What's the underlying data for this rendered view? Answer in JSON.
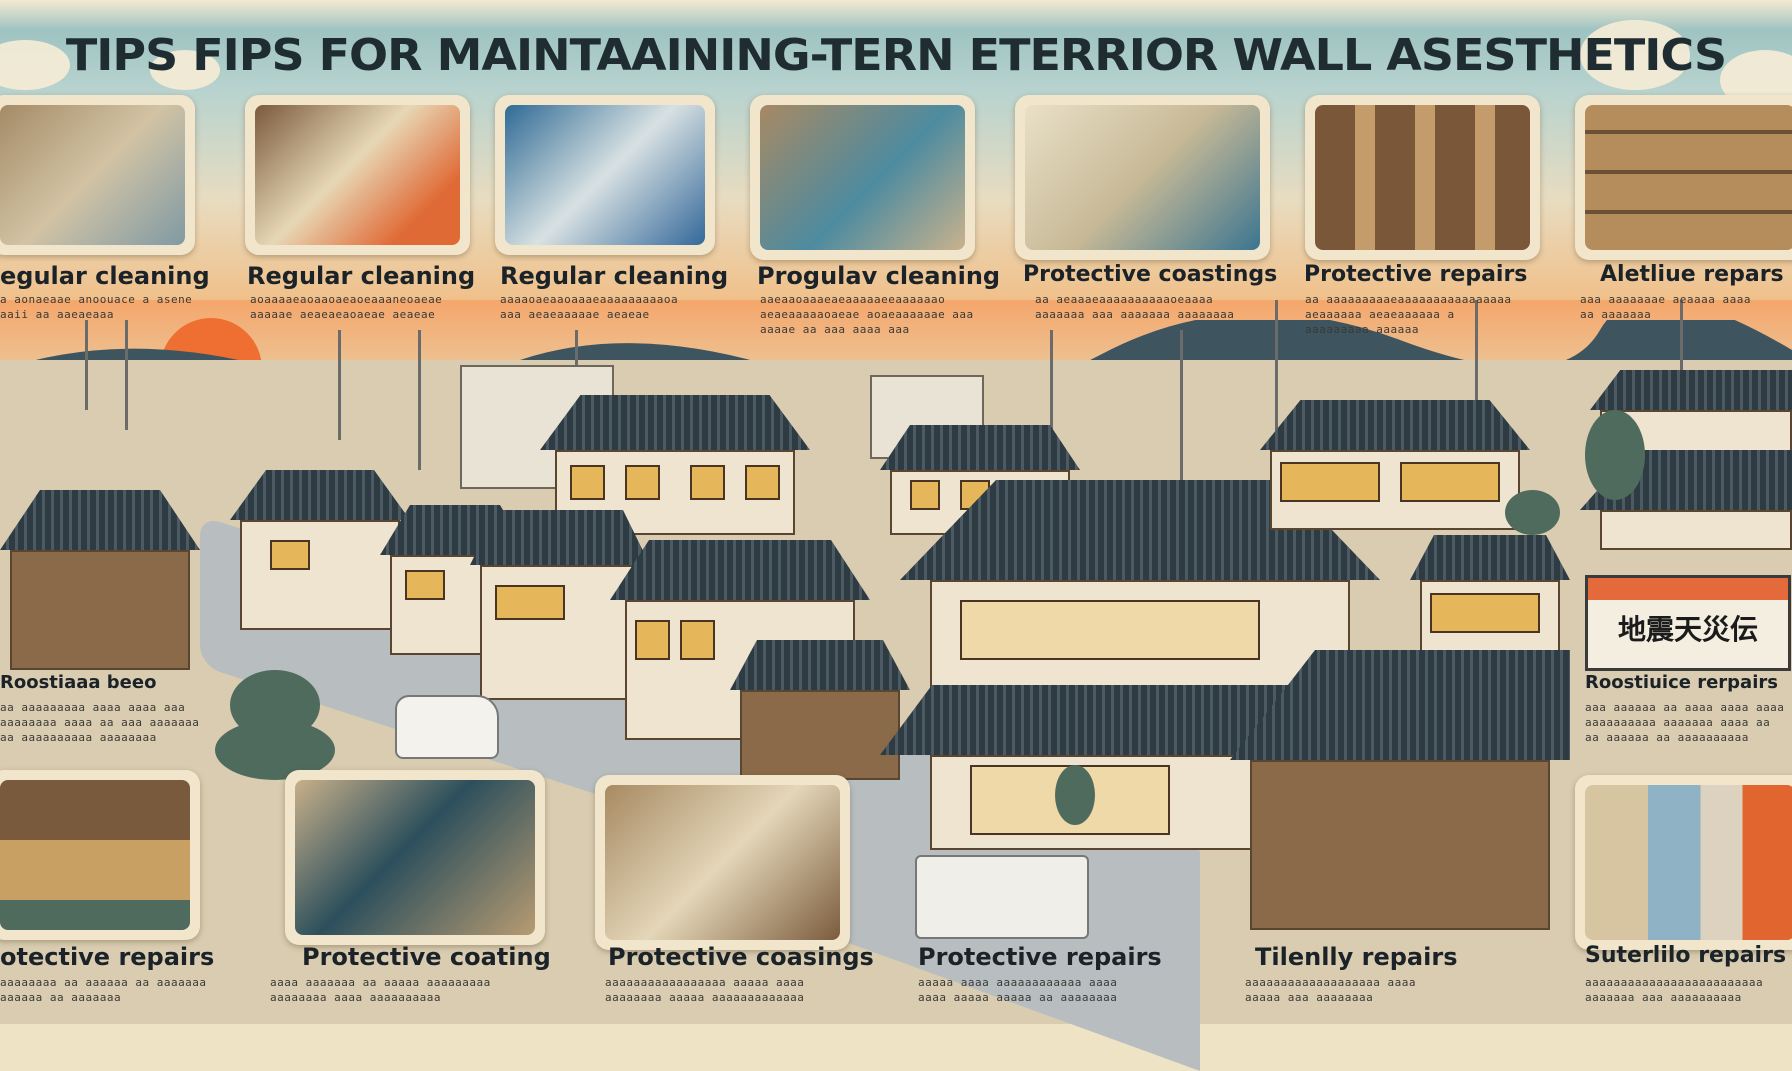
{
  "title": "Tips   fips for maintaaining-tern eterrior wall asesthetics",
  "top_cards": [
    {
      "label": "egular cleaning",
      "lines": [
        "a aonaeaae anoouace a asene",
        "aaii aa aaeaeaaa"
      ]
    },
    {
      "label": "Regular cleaning",
      "lines": [
        "aoaaaaeaoaaoaeaoeaaaneoaeae",
        "aaaaae aeaeaeaoaeae aeaeae"
      ]
    },
    {
      "label": "Regular cleaning",
      "lines": [
        "aaaaoaeaaoaaaeaaaaaaaaaoa",
        "aaa aeaeaaaaae aeaeae"
      ]
    },
    {
      "label": "Progulav cleaning",
      "lines": [
        "aaeaaoaaaeaeaaaaaeeaaaaaao",
        "aeaeaaaaaoaeae aoaeaaaaaae aaa",
        "aaaae aa aaa aaaa aaa"
      ]
    },
    {
      "label": "Protective coastings",
      "lines": [
        "aa aeaaaeaaaaaaaaaaoeaaaa",
        "aaaaaaa aaa aaaaaaa aaaaaaaa"
      ]
    },
    {
      "label": "Protective repairs",
      "lines": [
        "aa aaaaaaaaaeaaaaaaaaaaaaaaaa",
        "aeaaaaaa aeaeaaaaaa a",
        "aaaaaaaaa aaaaaa"
      ]
    },
    {
      "label": "Aletliue repars",
      "lines": [
        "aaa aaaaaaae aeaaaa aaaa",
        "aa aaaaaaa"
      ]
    }
  ],
  "mid_left": {
    "label": "Roostiaaa beeo",
    "lines": [
      "aa aaaaaaaaa aaaa aaaa aaa",
      "aaaaaaaa aaaa aa aaa aaaaaaa",
      "aa aaaaaaaaaa aaaaaaaa"
    ]
  },
  "mid_right": {
    "label": "Roostiuice rerpairs",
    "lines": [
      "aaa aaaaaa aa aaaa aaaa aaaa",
      "aaaaaaaaaa aaaaaaa aaaa aa",
      "aa aaaaaa aa aaaaaaaaaa"
    ]
  },
  "sign_text": "地震天災伝",
  "bottom_cards": [
    {
      "label": "otective repairs",
      "lines": [
        "aaaaaaaa aa aaaaaa aa aaaaaaa",
        "aaaaaa aa aaaaaaa"
      ]
    },
    {
      "label": "Protective coating",
      "lines": [
        "aaaa aaaaaaa aa aaaaa aaaaaaaaa",
        "aaaaaaaa aaaa aaaaaaaaaa"
      ]
    },
    {
      "label": "Protective coasings",
      "lines": [
        "aaaaaaaaaaaaaaaaa aaaaa aaaa",
        "aaaaaaaa aaaaa aaaaaaaaaaaaa"
      ]
    },
    {
      "label": "Protective repairs",
      "lines": [
        "aaaaa aaaa aaaaaaaaaaaa aaaa",
        "aaaa aaaaa aaaaa aa aaaaaaaa"
      ]
    },
    {
      "label": "Tilenlly repairs",
      "lines": [
        "aaaaaaaaaaaaaaaaaaa aaaa",
        "aaaaa aaa aaaaaaaa"
      ]
    },
    {
      "label": "Suterlilo repairs",
      "lines": [
        "aaaaaaaaaaaaaaaaaaaaaaaaa",
        "aaaaaaa aaa aaaaaaaaaa"
      ]
    }
  ],
  "colors": {
    "roof": "#2f3b43",
    "wall": "#eee4cf",
    "sun": "#ee6f31",
    "sky": "#9ec3c1"
  }
}
